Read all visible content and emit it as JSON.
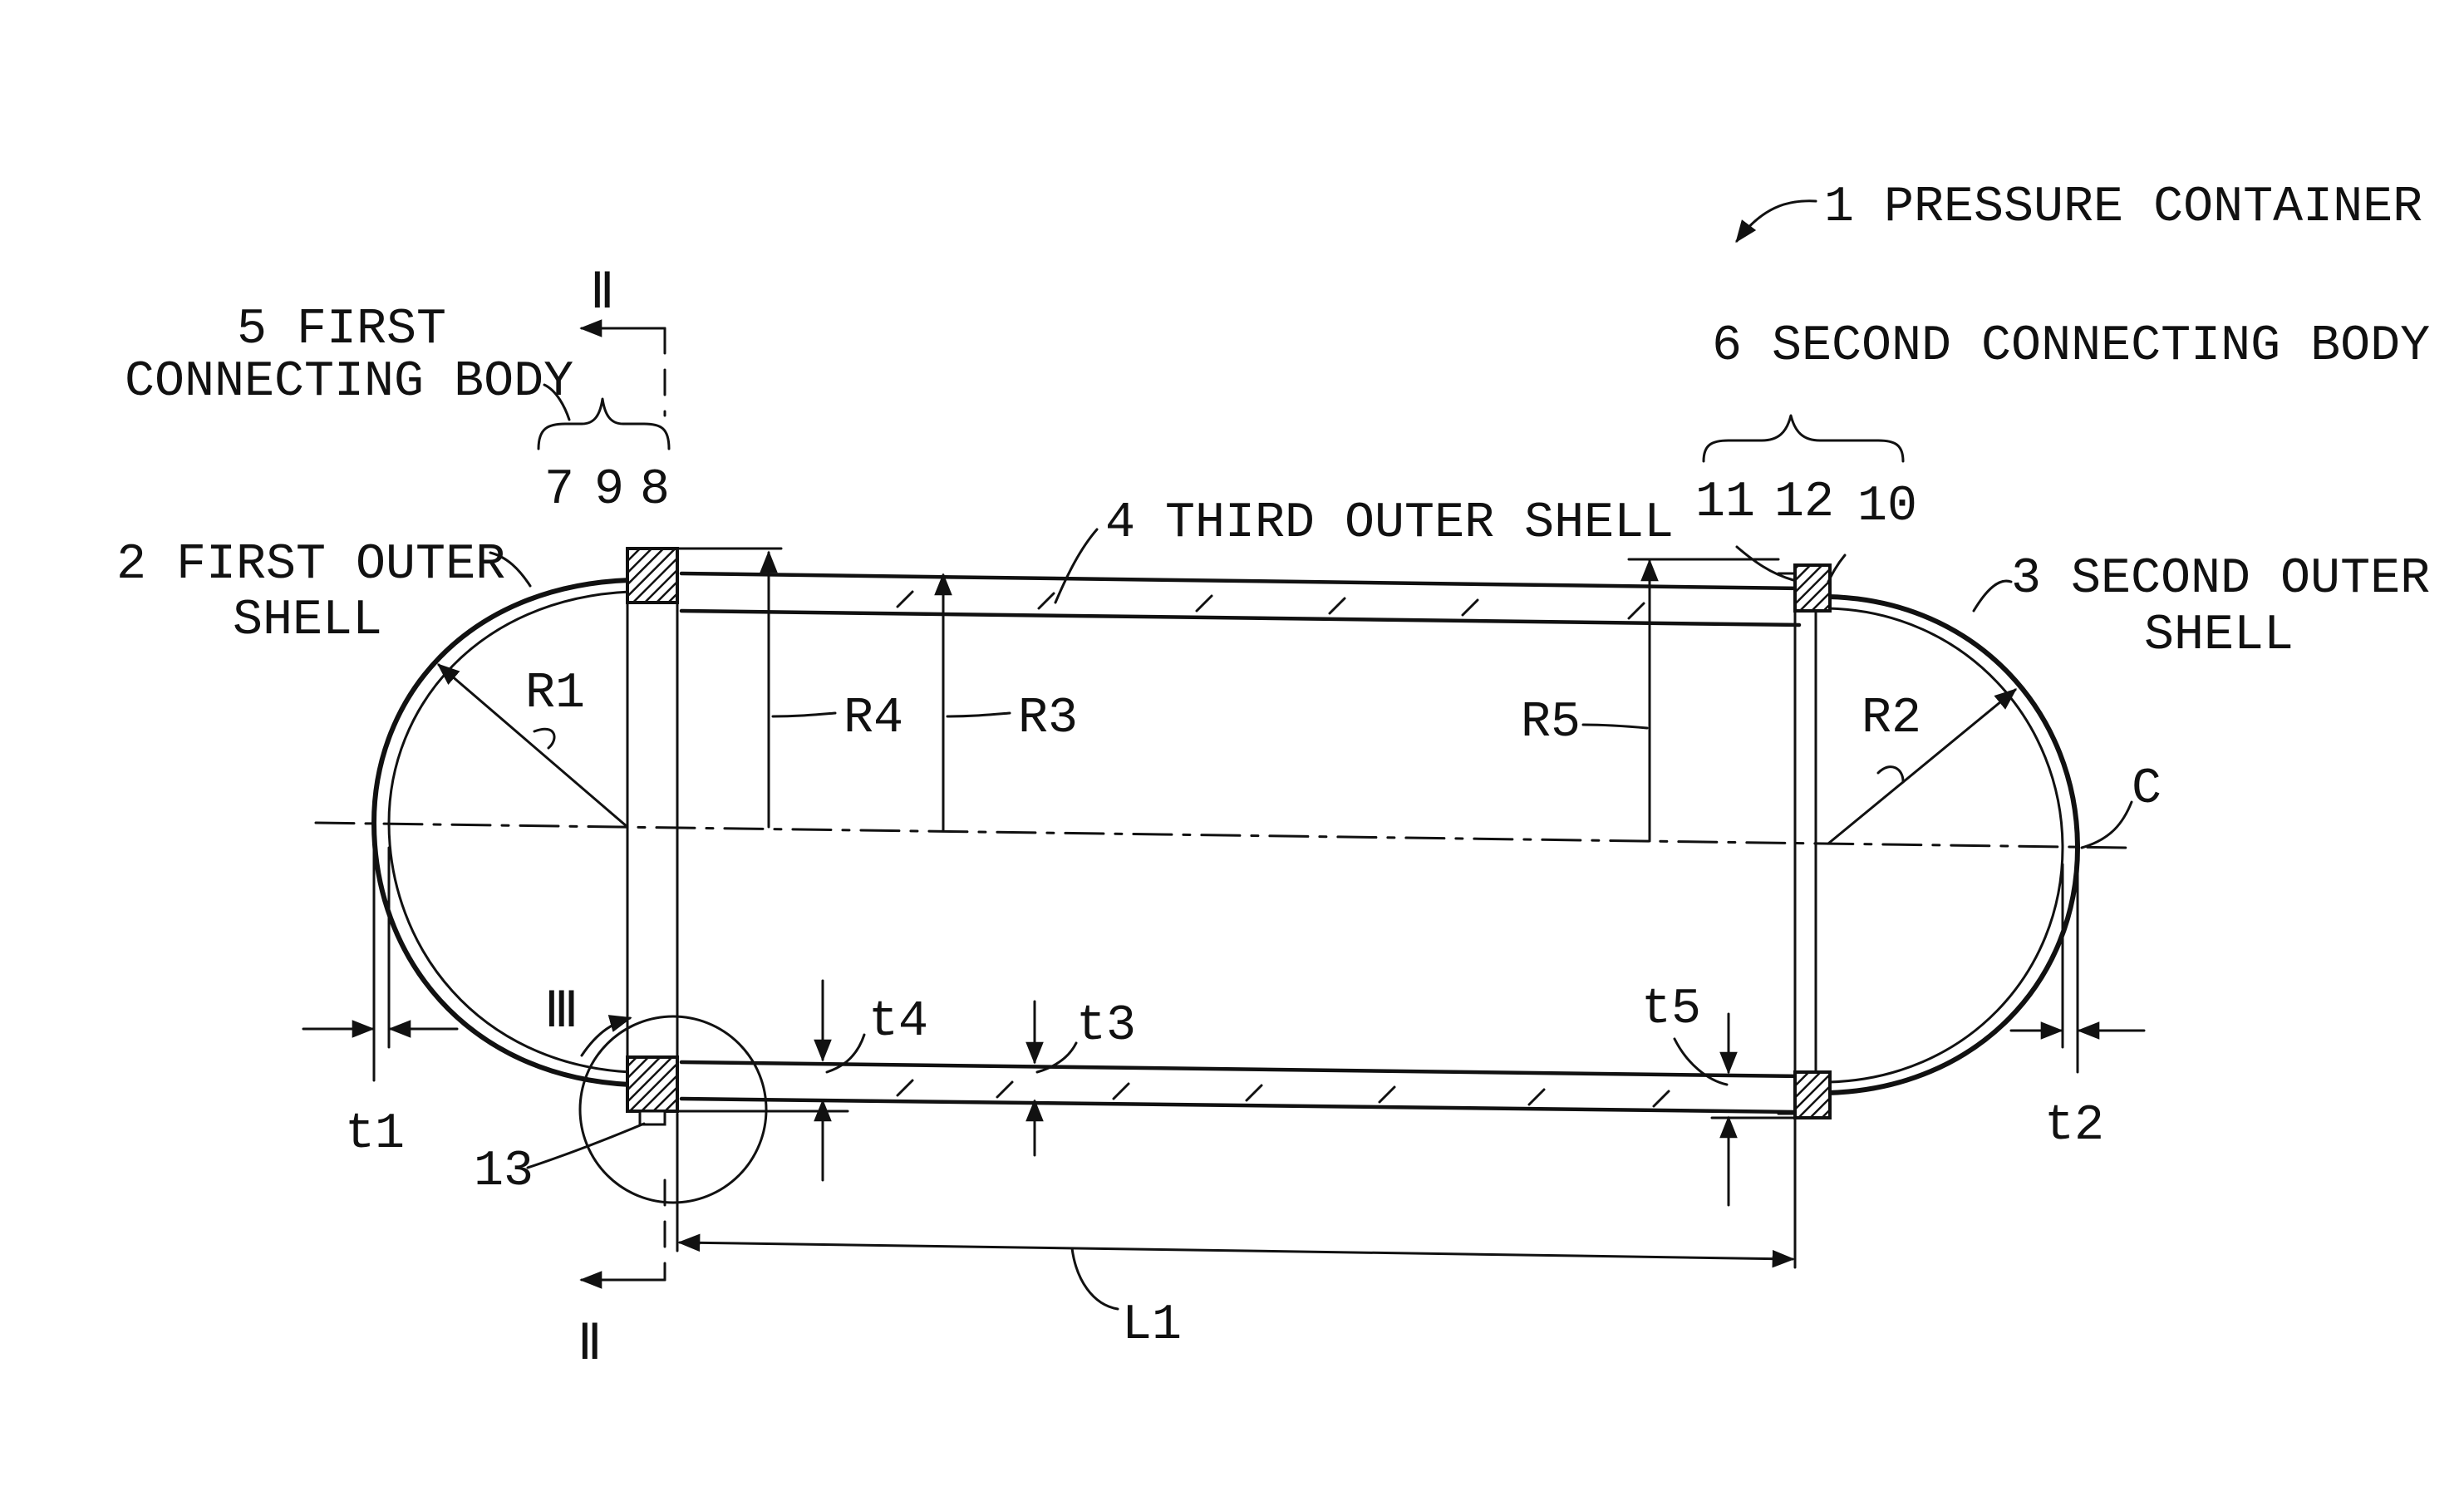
{
  "title": "1 PRESSURE CONTAINER",
  "labels": {
    "first_connecting_body_line1": "5 FIRST",
    "first_connecting_body_line2": "CONNECTING BODY",
    "second_connecting_body": "6 SECOND CONNECTING BODY",
    "third_outer_shell": "4 THIRD OUTER SHELL",
    "first_outer_shell_line1": "2 FIRST OUTER",
    "first_outer_shell_line2": "SHELL",
    "second_outer_shell_line1": "3 SECOND OUTER",
    "second_outer_shell_line2": "SHELL",
    "ref_7": "7",
    "ref_9": "9",
    "ref_8": "8",
    "ref_11": "11",
    "ref_12": "12",
    "ref_10": "10",
    "ref_13": "13",
    "section_ii_top": "Ⅱ",
    "section_ii_bottom": "Ⅱ",
    "detail_iii": "Ⅲ",
    "axis_c": "C",
    "r1": "R1",
    "r2": "R2",
    "r3": "R3",
    "r4": "R4",
    "r5": "R5",
    "t1": "t1",
    "t2": "t2",
    "t3": "t3",
    "t4": "t4",
    "t5": "t5",
    "l1": "L1"
  },
  "colors": {
    "ink": "#111111",
    "background": "#ffffff"
  }
}
